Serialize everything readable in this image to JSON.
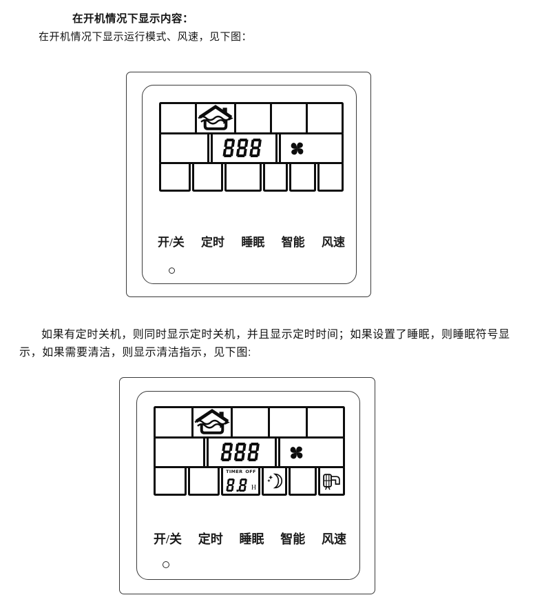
{
  "colors": {
    "ink": "#0d0d0d",
    "paper": "#ffffff",
    "bezel_line": "#383838"
  },
  "doc": {
    "heading": "在开机情况下显示内容：",
    "intro": "在开机情况下显示运行模式、风速，见下图：",
    "paragraph": "如果有定时关机，则同时显示定时关机，并且显示定时时间；如果设置了睡眠，则睡眠符号显示，如果需要清洁，则显示清洁指示，见下图:"
  },
  "panel1": {
    "mode_icon": "home-ventilation-icon",
    "fan_icon": "fan-speed-icon",
    "temp_display": "888",
    "buttons": [
      "开/关",
      "定时",
      "睡眠",
      "智能",
      "风速"
    ]
  },
  "panel2": {
    "mode_icon": "home-ventilation-icon",
    "fan_icon": "fan-speed-icon",
    "temp_display": "888",
    "timer": {
      "label": "TIMER",
      "state": "OFF",
      "value": "8.8",
      "unit": "H"
    },
    "sleep_icon": "moon-sleep-icon",
    "clean_icon": "clean-filter-icon",
    "buttons": [
      "开/关",
      "定时",
      "睡眠",
      "智能",
      "风速"
    ]
  }
}
